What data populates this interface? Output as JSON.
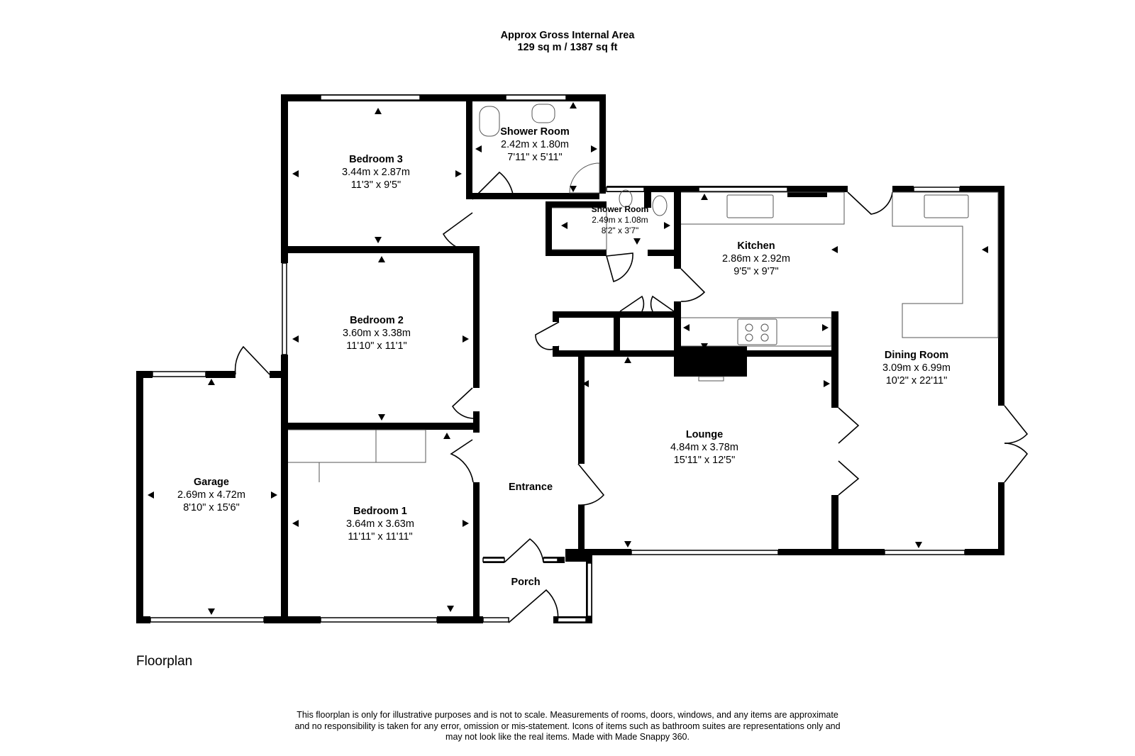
{
  "header": {
    "line1": "Approx Gross Internal Area",
    "line2": "129 sq m / 1387 sq ft"
  },
  "caption": "Floorplan",
  "disclaimer": {
    "line1": "This floorplan is only for illustrative purposes and is not to scale. Measurements of rooms, doors, windows, and any items are approximate",
    "line2": "and no responsibility is taken for any error, omission or mis-statement. Icons of items such as bathroom suites are representations only and",
    "line3": "may not look like the real items. Made with Made Snappy 360."
  },
  "rooms": {
    "bedroom3": {
      "name": "Bedroom 3",
      "metric": "3.44m x 2.87m",
      "imperial": "11'3\" x 9'5\""
    },
    "shower_room_1": {
      "name": "Shower Room",
      "metric": "2.42m x 1.80m",
      "imperial": "7'11\" x 5'11\""
    },
    "shower_room_2": {
      "name": "Shower Room",
      "metric": "2.49m x 1.08m",
      "imperial": "8'2\" x 3'7\""
    },
    "kitchen": {
      "name": "Kitchen",
      "metric": "2.86m x 2.92m",
      "imperial": "9'5\" x 9'7\""
    },
    "bedroom2": {
      "name": "Bedroom 2",
      "metric": "3.60m x 3.38m",
      "imperial": "11'10\" x 11'1\""
    },
    "dining_room": {
      "name": "Dining Room",
      "metric": "3.09m x 6.99m",
      "imperial": "10'2\" x 22'11\""
    },
    "garage": {
      "name": "Garage",
      "metric": "2.69m x 4.72m",
      "imperial": "8'10\" x 15'6\""
    },
    "lounge": {
      "name": "Lounge",
      "metric": "4.84m x 3.78m",
      "imperial": "15'11\" x 12'5\""
    },
    "bedroom1": {
      "name": "Bedroom 1",
      "metric": "3.64m x 3.63m",
      "imperial": "11'11\" x 11'11\""
    },
    "entrance": {
      "name": "Entrance"
    },
    "porch": {
      "name": "Porch"
    }
  }
}
